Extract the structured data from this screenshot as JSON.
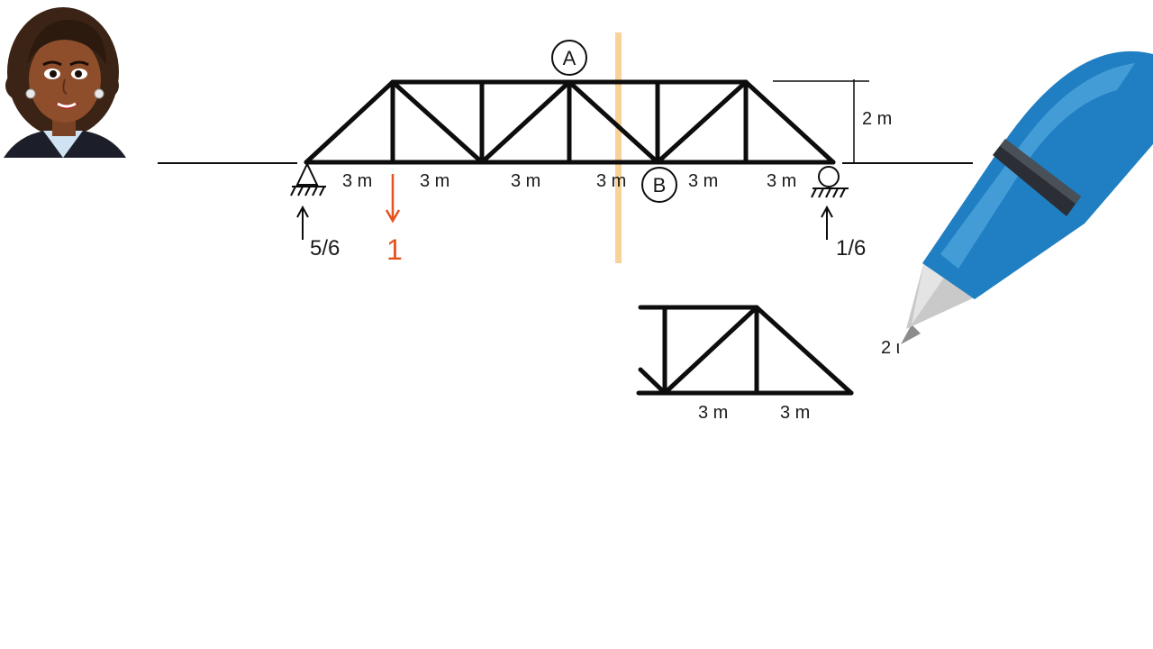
{
  "colors": {
    "member": "#0d0d0d",
    "load": "#e5531f",
    "section_cut": "#f6c77e",
    "pen_body": "#1f7fc2",
    "background": "#ffffff"
  },
  "truss": {
    "panel_labels": [
      "3 m",
      "3 m",
      "3 m",
      "3 m",
      "3 m",
      "3 m"
    ],
    "height_label": "2 m",
    "node_a": "A",
    "node_b": "B",
    "left_reaction": "5/6",
    "right_reaction": "1/6",
    "unit_load": "1"
  },
  "partial_truss": {
    "panel_labels": [
      "3 m",
      "3 m"
    ],
    "partial_text": "2 ι"
  },
  "icons": {
    "presenter": "presenter-avatar-icon",
    "pen": "pen-icon",
    "pin_support": "pin-support-icon",
    "roller_support": "roller-support-icon"
  }
}
